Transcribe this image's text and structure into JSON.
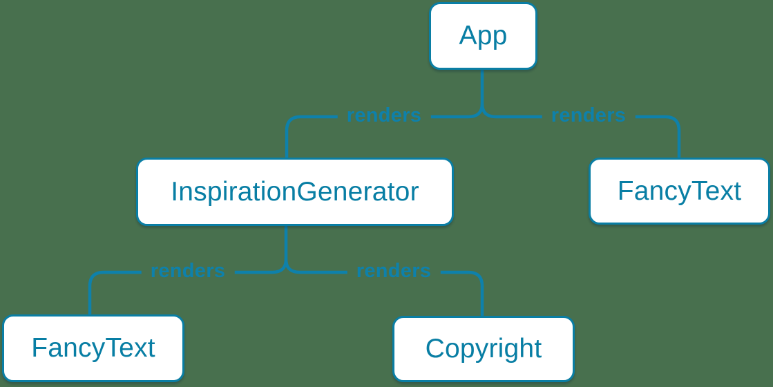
{
  "palette": {
    "background": "#48704e",
    "line_blue": "#0e81ab",
    "node_border_blue": "#0a7ea4",
    "node_text_blue": "#087ea4",
    "node_background": "#ffffff"
  },
  "diagram": {
    "type": "component-render-tree",
    "nodes": [
      {
        "id": "app",
        "label": "App"
      },
      {
        "id": "inspiration-generator",
        "label": "InspirationGenerator"
      },
      {
        "id": "fancy-text-right",
        "label": "FancyText"
      },
      {
        "id": "fancy-text-left",
        "label": "FancyText"
      },
      {
        "id": "copyright",
        "label": "Copyright"
      }
    ],
    "edges": [
      {
        "from": "App",
        "to": "InspirationGenerator",
        "label": "renders"
      },
      {
        "from": "App",
        "to": "FancyText",
        "label": "renders"
      },
      {
        "from": "InspirationGenerator",
        "to": "FancyText",
        "label": "renders"
      },
      {
        "from": "InspirationGenerator",
        "to": "Copyright",
        "label": "renders"
      }
    ]
  }
}
